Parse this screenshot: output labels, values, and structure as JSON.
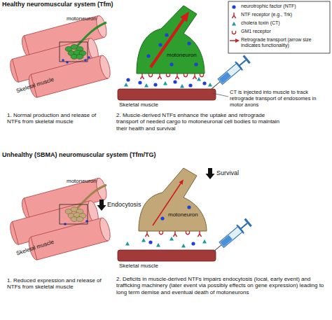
{
  "diagram": {
    "labels": [
      "Healthy neuromuscular system (Tfm)",
      "motoneuron",
      "Skeletal muscle",
      "motoneuron",
      "Skeletal muscle",
      "CT is injected into muscle to track retrograde transport of endosomes in motor axons",
      "1. Normal production and release of NTFs from skeletal muscle",
      "2. Muscle-derived NTFs enhance the uptake and retrograde transport of needed cargo to motoneuronal cell bodies to maintain their health and survival",
      "Unhealthy (SBMA) neuromuscular system (Tfm/TG)",
      "motoneuron",
      "Skeletal muscle",
      "Survival",
      "Endocytosis",
      "motoneuron",
      "Skeletal muscle",
      "1. Reduced expression and release of NTFs from skeletal muscle",
      "2. Deficits in muscle-derived NTFs impairs endocytosis (local, early event) and trafficking machinery (later event via possibly effects on gene expression) leading to long term demise and eventual death of motoneurons"
    ],
    "legend": [
      {
        "text": "neurotrophic factor (NTF)"
      },
      {
        "text": "NTF receptor (e.g., Trk)"
      },
      {
        "text": "cholera toxin (CT)"
      },
      {
        "text": "GM1 receptor"
      },
      {
        "text": "Retrograde transport (arrow size indicates functionality)"
      }
    ]
  }
}
